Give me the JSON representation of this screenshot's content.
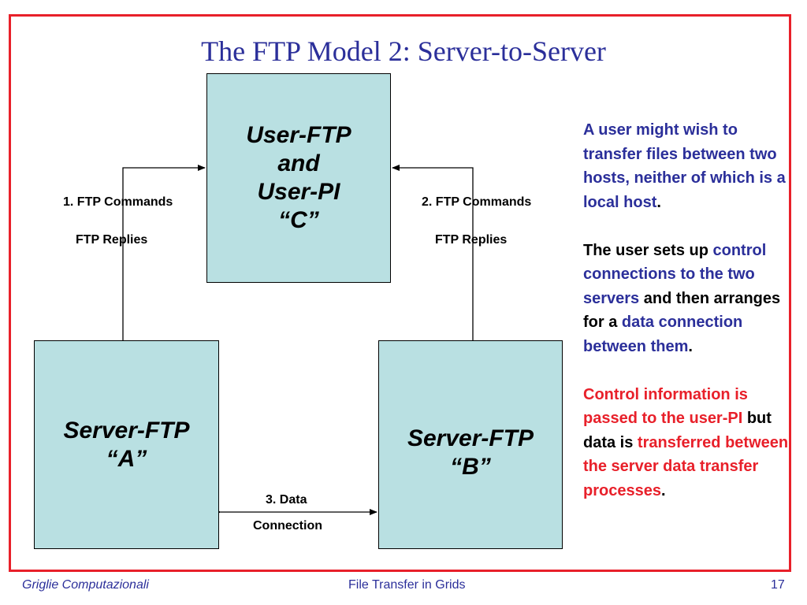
{
  "slide": {
    "title": "The FTP Model 2: Server-to-Server",
    "box_c": {
      "line1": "User-FTP",
      "line2": "and",
      "line3": "User-PI",
      "line4": "“C”"
    },
    "box_a": {
      "line1": "Server-FTP",
      "line2": "“A”"
    },
    "box_b": {
      "line1": "Server-FTP",
      "line2": "“B”"
    },
    "labels": {
      "left_commands": "1. FTP Commands",
      "left_replies": "FTP Replies",
      "right_commands": "2. FTP Commands",
      "right_replies": "FTP Replies",
      "data_1": "3. Data",
      "data_2": "Connection"
    },
    "side": {
      "p1": "A user might wish to transfer files between two hosts, neither of which is a local host",
      "p1_end": ".",
      "p2_a": "The user sets up ",
      "p2_b": "control connections to the two servers",
      "p2_c": " and then arranges for a ",
      "p2_d": "data connection between them",
      "p2_e": ".",
      "p3_a": "Control information is passed to the user-PI",
      "p3_b": " but data is ",
      "p3_c": "transferred between the server data transfer processes",
      "p3_d": "."
    },
    "footer": {
      "left": "Griglie Computazionali",
      "center": "File Transfer in Grids",
      "page": "17"
    },
    "colors": {
      "frame": "#e8202a",
      "title": "#2b2f9a",
      "box_fill": "#b9e0e2",
      "blue_text": "#2b2f9a",
      "red_text": "#e8202a"
    }
  }
}
